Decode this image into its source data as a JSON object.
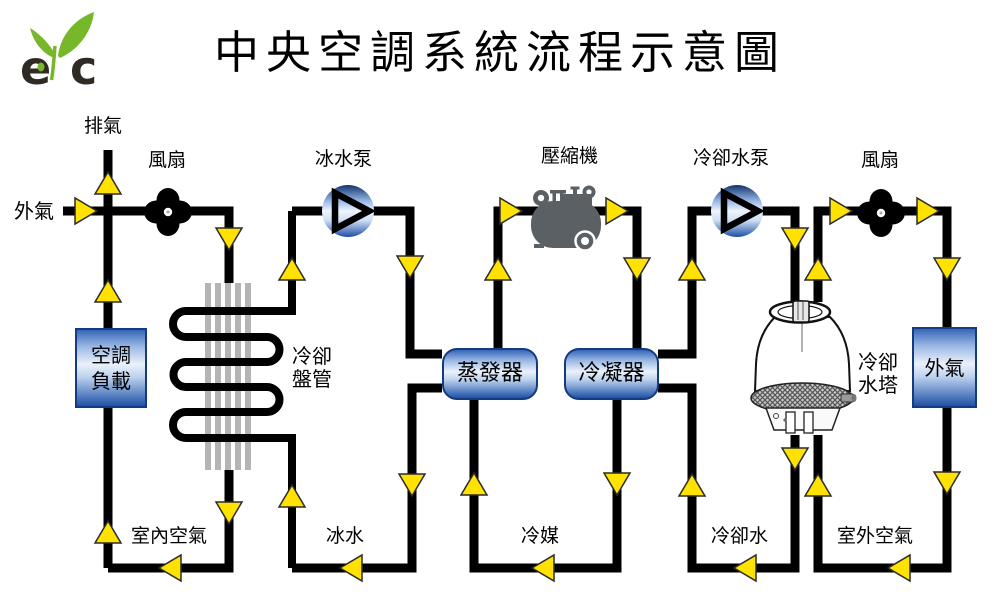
{
  "title": "中央空調系統流程示意圖",
  "logo": {
    "letter_left": "e",
    "letter_right": "c"
  },
  "labels": {
    "exhaust": "排氣",
    "outside_air_intake": "外氣",
    "fan_left": "風扇",
    "chilled_water_pump": "冰水泵",
    "compressor": "壓縮機",
    "cooling_water_pump": "冷卻水泵",
    "fan_right": "風扇",
    "cooling_coil_line1": "冷卻",
    "cooling_coil_line2": "盤管",
    "cooling_tower_line1": "冷卻",
    "cooling_tower_line2": "水塔"
  },
  "boxes": {
    "ac_load_line1": "空調",
    "ac_load_line2": "負載",
    "evaporator": "蒸發器",
    "condenser": "冷凝器",
    "outside_air": "外氣"
  },
  "streams": {
    "indoor_air": "室內空氣",
    "chilled_water": "冰水",
    "refrigerant": "冷媒",
    "cooling_water": "冷卻水",
    "outdoor_air": "室外空氣"
  },
  "colors": {
    "pipe": "#000000",
    "arrow_fill": "#FFE200",
    "arrow_outline": "#2b2b2b",
    "box_border": "#163a80",
    "box_blue": "#2c5cb2",
    "box_light": "#ebf1fb",
    "fin_gray": "#b4b4b4",
    "equipment_gray": "#5b6064",
    "logo_green": "#76b82a",
    "logo_text": "#2f2a24"
  }
}
